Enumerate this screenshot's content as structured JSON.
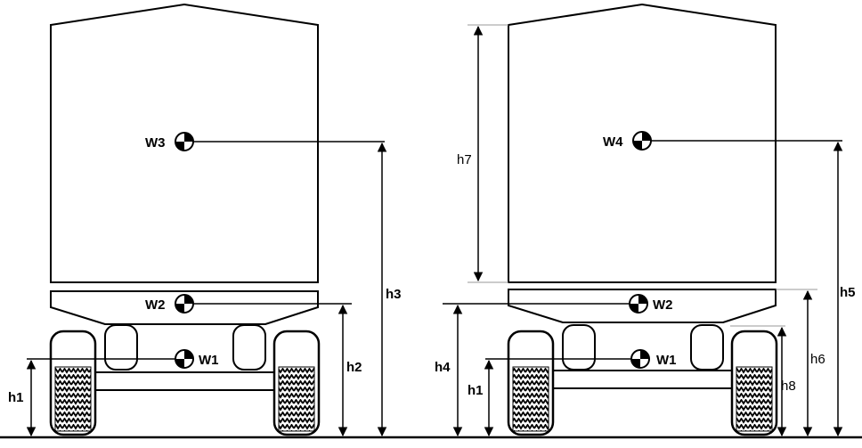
{
  "left_diagram": {
    "labels": {
      "w3": "W3",
      "w2": "W2",
      "w1": "W1",
      "h1": "h1",
      "h2": "h2",
      "h3": "h3"
    }
  },
  "right_diagram": {
    "labels": {
      "w4": "W4",
      "w2": "W2",
      "w1": "W1",
      "h1": "h1",
      "h4": "h4",
      "h5": "h5",
      "h6": "h6",
      "h7": "h7",
      "h8": "h8"
    }
  }
}
